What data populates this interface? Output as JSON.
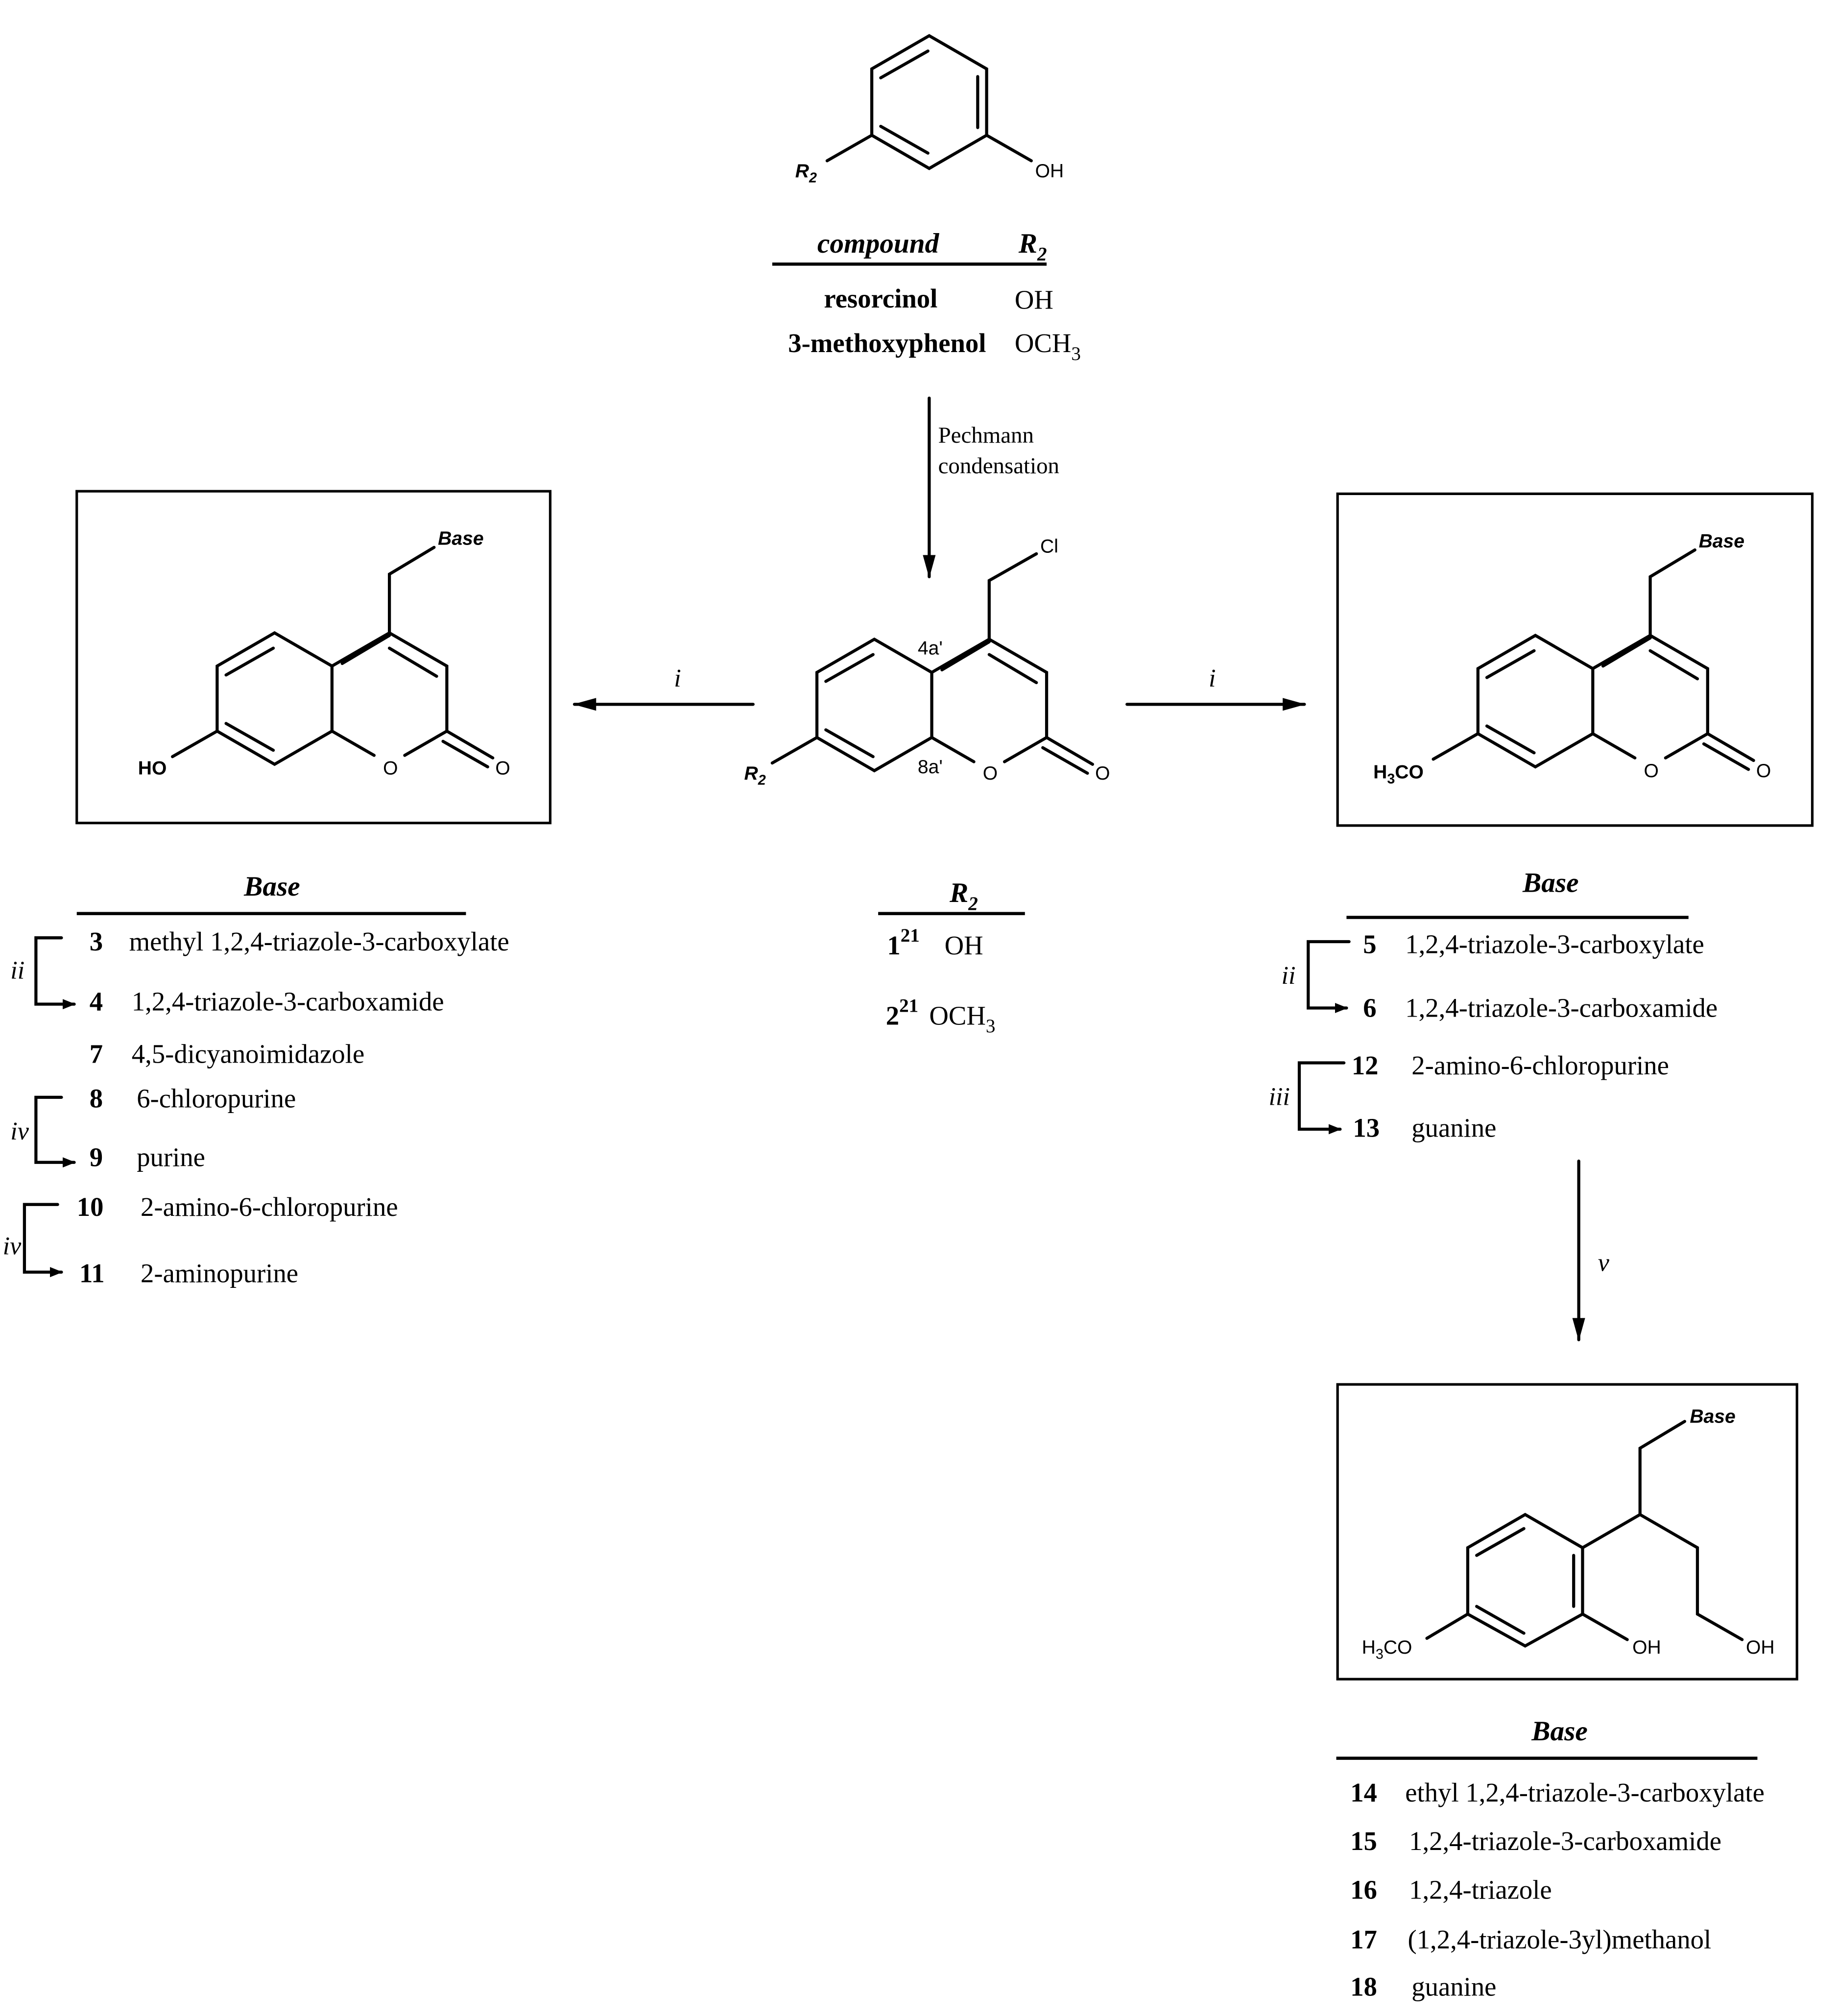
{
  "start_material": {
    "labels": {
      "r2": "R",
      "r2_sub": "2",
      "oh": "OH"
    },
    "table": {
      "header_compound": "compound",
      "header_r2": "R",
      "header_r2_sub": "2",
      "rows": [
        {
          "name": "resorcinol",
          "r2": "OH",
          "r2_sub": ""
        },
        {
          "name": "3-methoxyphenol",
          "r2": "OCH",
          "r2_sub": "3"
        }
      ]
    }
  },
  "step_pechmann": {
    "line1": "Pechmann",
    "line2": "condensation"
  },
  "intermediate": {
    "labels": {
      "cl": "Cl",
      "pos4a": "4a'",
      "pos8a": "8a'",
      "o_ring": "O",
      "o_carbonyl": "O",
      "r2": "R",
      "r2_sub": "2"
    },
    "table": {
      "header": "R",
      "header_sub": "2",
      "rows": [
        {
          "num": "1",
          "ref": "21",
          "r2": "OH",
          "r2_sub": ""
        },
        {
          "num": "2",
          "ref": "21",
          "r2": "OCH",
          "r2_sub": "3"
        }
      ]
    }
  },
  "arrows": {
    "left_i": "i",
    "right_i": "i",
    "down_v": "v"
  },
  "left_product": {
    "labels": {
      "base": "Base",
      "ho": "HO",
      "o_ring": "O",
      "o_carbonyl": "O"
    },
    "list": {
      "header": "Base",
      "items": [
        {
          "num": "3",
          "name": "methyl 1,2,4-triazole-3-carboxylate"
        },
        {
          "num": "4",
          "name": "1,2,4-triazole-3-carboxamide"
        },
        {
          "num": "7",
          "name": "4,5-dicyanoimidazole"
        },
        {
          "num": "8",
          "name": "6-chloropurine"
        },
        {
          "num": "9",
          "name": "purine"
        },
        {
          "num": "10",
          "name": "2-amino-6-chloropurine"
        },
        {
          "num": "11",
          "name": "2-aminopurine"
        }
      ],
      "steps": [
        "ii",
        "iv",
        "iv"
      ]
    }
  },
  "right_product": {
    "labels": {
      "base": "Base",
      "h3co_h": "H",
      "h3co_3": "3",
      "h3co_co": "CO",
      "o_ring": "O",
      "o_carbonyl": "O"
    },
    "list": {
      "header": "Base",
      "items": [
        {
          "num": "5",
          "name": "1,2,4-triazole-3-carboxylate"
        },
        {
          "num": "6",
          "name": "1,2,4-triazole-3-carboxamide"
        },
        {
          "num": "12",
          "name": "2-amino-6-chloropurine"
        },
        {
          "num": "13",
          "name": "guanine"
        }
      ],
      "steps": [
        "ii",
        "iii"
      ]
    }
  },
  "reduced_product": {
    "labels": {
      "base": "Base",
      "h3co_h": "H",
      "h3co_3": "3",
      "h3co_co": "CO",
      "oh_phenol": "OH",
      "oh_alcohol": "OH"
    },
    "list": {
      "header": "Base",
      "items": [
        {
          "num": "14",
          "name": "ethyl 1,2,4-triazole-3-carboxylate"
        },
        {
          "num": "15",
          "name": "1,2,4-triazole-3-carboxamide"
        },
        {
          "num": "16",
          "name": "1,2,4-triazole"
        },
        {
          "num": "17",
          "name": "(1,2,4-triazole-3yl)methanol"
        },
        {
          "num": "18",
          "name": "guanine"
        }
      ]
    }
  }
}
